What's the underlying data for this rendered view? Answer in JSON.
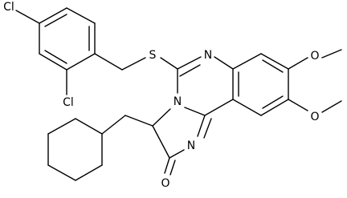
{
  "molecule": {
    "atoms": {
      "cl1": "Cl",
      "cl2": "Cl",
      "s": "S",
      "n_top": "N",
      "n_mid": "N",
      "n_low": "N",
      "o_carbonyl": "O",
      "o_methoxy1": "O",
      "o_methoxy2": "O"
    }
  }
}
